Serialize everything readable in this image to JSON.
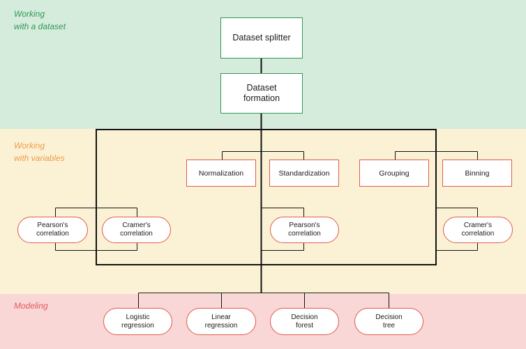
{
  "sections": {
    "dataset": {
      "line1": "Working",
      "line2": "with a dataset",
      "color": "#2f9a55"
    },
    "variables": {
      "line1": "Working",
      "line2": "with variables",
      "color": "#ef9a46"
    },
    "modeling": {
      "line1": "Modeling",
      "color": "#e05b5b"
    }
  },
  "nodes": {
    "dataset_splitter": "Dataset splitter",
    "dataset_formation": "Dataset\nformation",
    "normalization": "Normalization",
    "standardization": "Standardization",
    "grouping": "Grouping",
    "binning": "Binning",
    "pearson_left": "Pearson's\ncorrelation",
    "cramer_left": "Cramer's\ncorrelation",
    "pearson_mid": "Pearson's\ncorrelation",
    "cramer_right": "Cramer's\ncorrelation",
    "logistic_regression": "Logistic\nregression",
    "linear_regression": "Linear\nregression",
    "decision_forest": "Decision\nforest",
    "decision_tree": "Decision\ntree"
  },
  "colors": {
    "connector": "#111111",
    "green_border": "#2f9a55",
    "red_border": "#e05b4b"
  }
}
